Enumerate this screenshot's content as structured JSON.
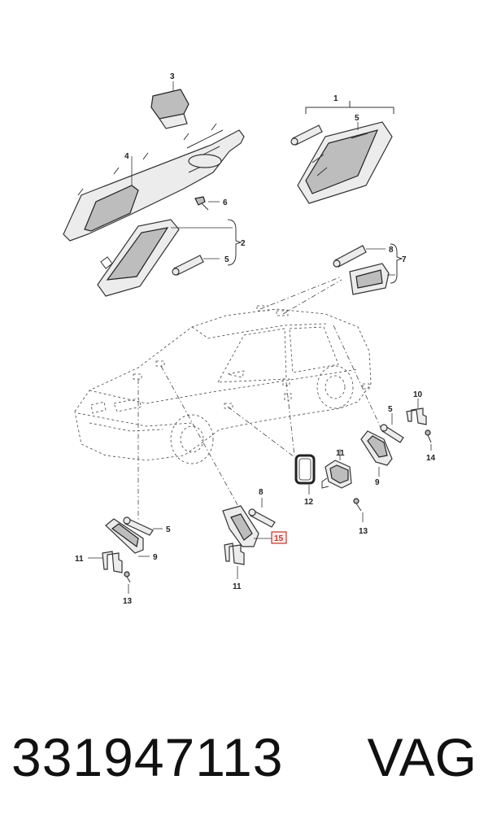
{
  "callouts": {
    "c1": "1",
    "c2": "2",
    "c3": "3",
    "c4": "4",
    "c5a": "5",
    "c5b": "5",
    "c5c": "5",
    "c5d": "5",
    "c6": "6",
    "c7": "7",
    "c8a": "8",
    "c8b": "8",
    "c9a": "9",
    "c9b": "9",
    "c10": "10",
    "c11a": "11",
    "c11b": "11",
    "c11c": "11",
    "c12": "12",
    "c13a": "13",
    "c13b": "13",
    "c14": "14",
    "c15": "15"
  },
  "highlight_color": "#c0392b",
  "footer": {
    "part_number": "331947113",
    "brand": "VAG"
  }
}
